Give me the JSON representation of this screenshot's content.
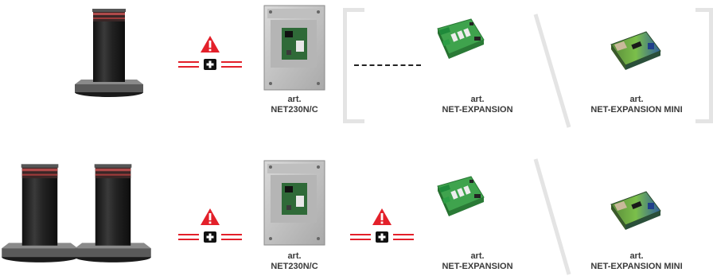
{
  "rows": [
    {
      "bollard_count": 1,
      "items": [
        {
          "art": "art.",
          "name": "NET230N/C"
        },
        {
          "art": "art.",
          "name": "NET-EXPANSION"
        },
        {
          "art": "art.",
          "name": "NET-EXPANSION MINI"
        }
      ]
    },
    {
      "bollard_count": 2,
      "items": [
        {
          "art": "art.",
          "name": "NET230N/C"
        },
        {
          "art": "art.",
          "name": "NET-EXPANSION"
        },
        {
          "art": "art.",
          "name": "NET-EXPANSION MINI"
        }
      ]
    }
  ],
  "colors": {
    "warning": "#e3202a",
    "connector": "#e3202a",
    "bracket": "#e4e4e4",
    "bollard": "#2a2a2a",
    "board_green": "#3fa34d"
  },
  "icons": [
    "warning-triangle-icon",
    "plus-connector-icon",
    "bollard-image",
    "control-board-image",
    "expansion-board-image",
    "expansion-mini-image"
  ]
}
